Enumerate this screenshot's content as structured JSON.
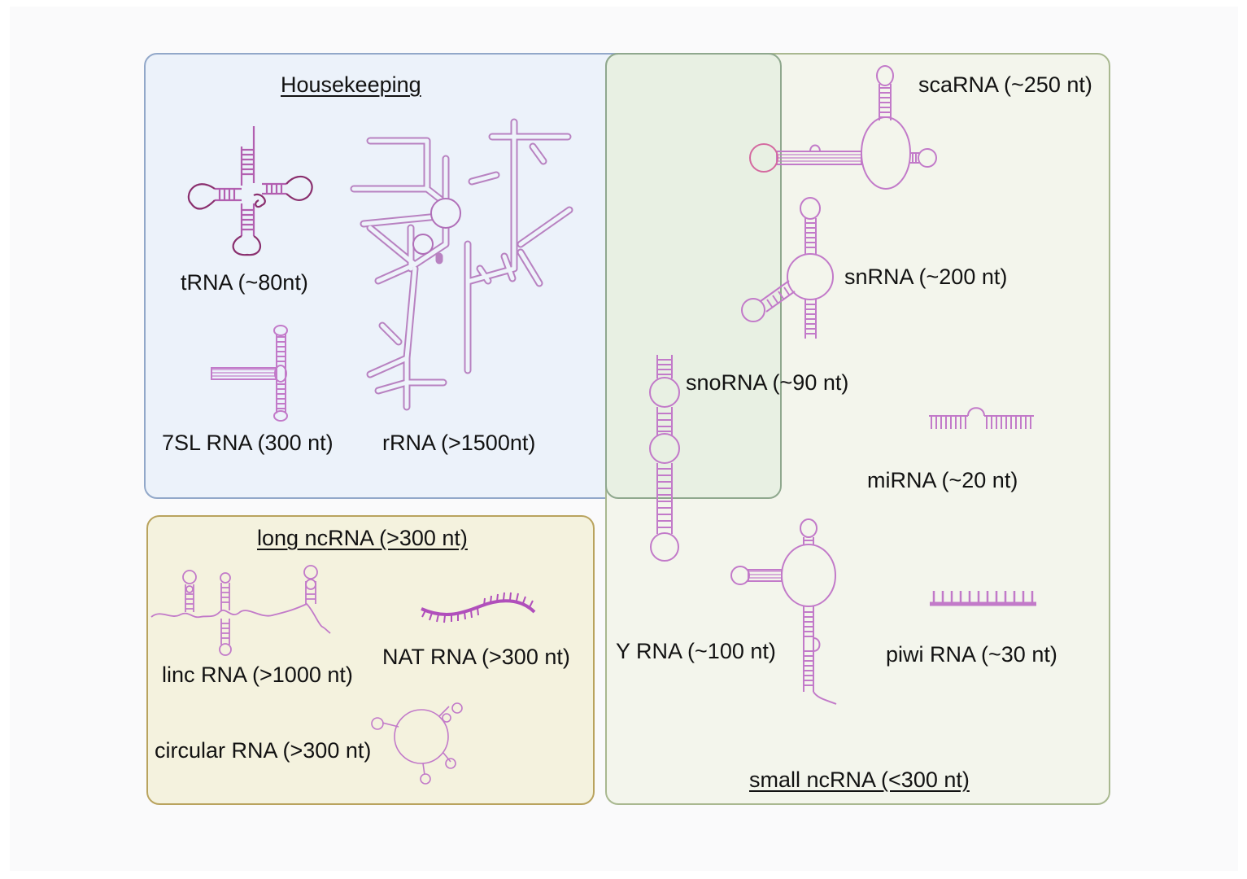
{
  "figure": {
    "groups": {
      "housekeeping": {
        "title": "Housekeeping",
        "items": [
          {
            "name": "tRNA",
            "label": "tRNA (~80nt)",
            "icon": "tRNA-cloverleaf"
          },
          {
            "name": "7SL RNA",
            "label": "7SL RNA (300 nt)",
            "icon": "7SL-rna-structure"
          },
          {
            "name": "rRNA",
            "label": "rRNA (>1500nt)",
            "icon": "rRNA-branched-structure"
          }
        ]
      },
      "long_ncrna": {
        "title": "long ncRNA (>300 nt)",
        "items": [
          {
            "name": "linc RNA",
            "label": "linc RNA (>1000 nt)",
            "icon": "linc-rna-strand"
          },
          {
            "name": "NAT RNA",
            "label": "NAT RNA (>300 nt)",
            "icon": "nat-rna-strand"
          },
          {
            "name": "circular RNA",
            "label": "circular RNA (>300 nt)",
            "icon": "circular-rna"
          }
        ]
      },
      "small_ncrna": {
        "title": "small ncRNA (<300 nt)",
        "items": [
          {
            "name": "scaRNA",
            "label": "scaRNA (~250 nt)",
            "icon": "scarna-structure"
          },
          {
            "name": "snRNA",
            "label": "snRNA (~200 nt)",
            "icon": "snrna-structure"
          },
          {
            "name": "snoRNA",
            "label": "snoRNA (~90 nt)",
            "icon": "snorna-hairpin"
          },
          {
            "name": "miRNA",
            "label": "miRNA (~20 nt)",
            "icon": "mirna-duplex"
          },
          {
            "name": "Y RNA",
            "label": "Y RNA (~100 nt)",
            "icon": "yrna-structure"
          },
          {
            "name": "piwi RNA",
            "label": "piwi RNA (~30 nt)",
            "icon": "pirna-strand"
          }
        ]
      }
    },
    "colors": {
      "housekeeping_fill": "#ecf2fa",
      "housekeeping_border": "#92a8c9",
      "long_fill": "#f4f2de",
      "long_border": "#b9a35e",
      "small_fill": "#f3f5ec",
      "small_border": "#a9b890",
      "rna_stroke": "#c27ac9",
      "trna_stroke": "#8a2f6e"
    }
  }
}
